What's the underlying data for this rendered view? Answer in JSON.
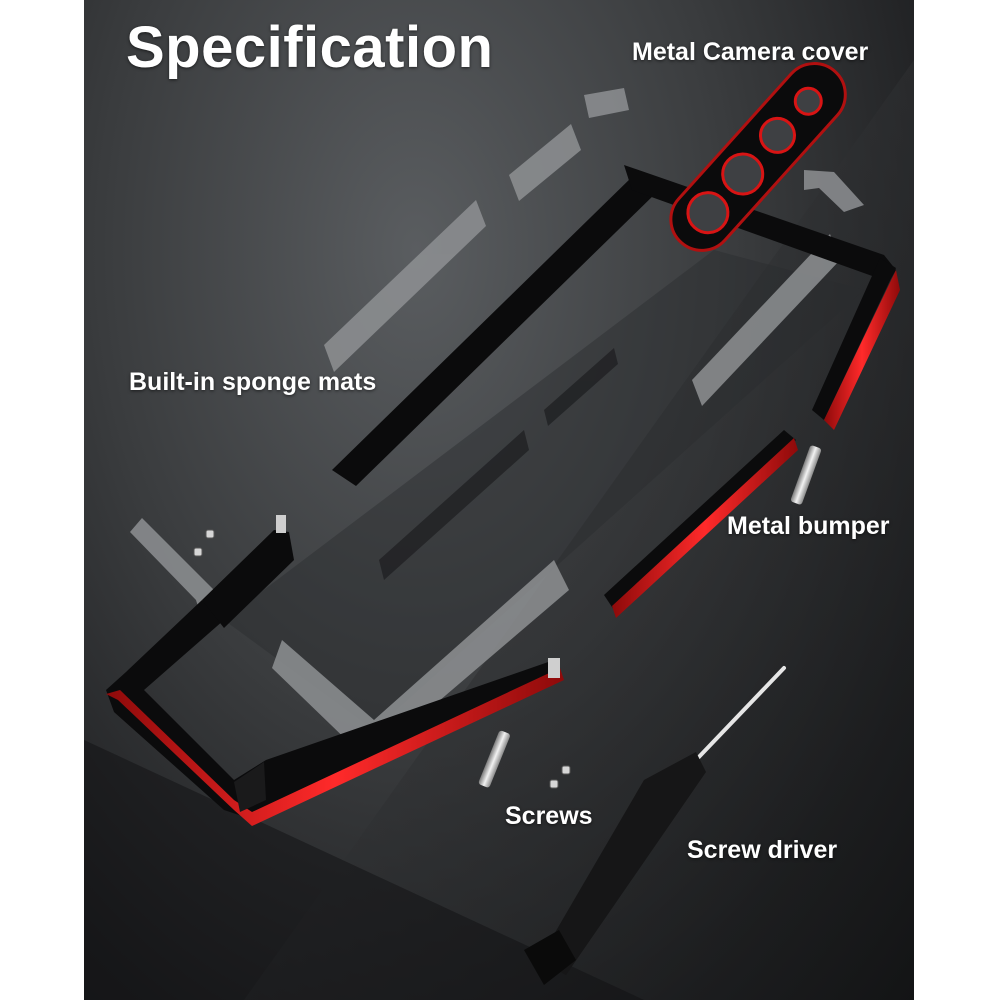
{
  "title": "Specification",
  "labels": {
    "camera_cover": "Metal Camera cover",
    "sponge_mats": "Built-in sponge mats",
    "metal_bumper": "Metal bumper",
    "screws": "Screws",
    "screw_driver": "Screw driver"
  },
  "colors": {
    "accent_red": "#d81414",
    "frame_black": "#0b0b0c",
    "sponge_gray": "#8e9093",
    "text": "#ffffff"
  },
  "icons": [
    "phone-bumper-frame",
    "camera-cover",
    "sponge-mat",
    "screw",
    "screwdriver",
    "metal-button"
  ]
}
